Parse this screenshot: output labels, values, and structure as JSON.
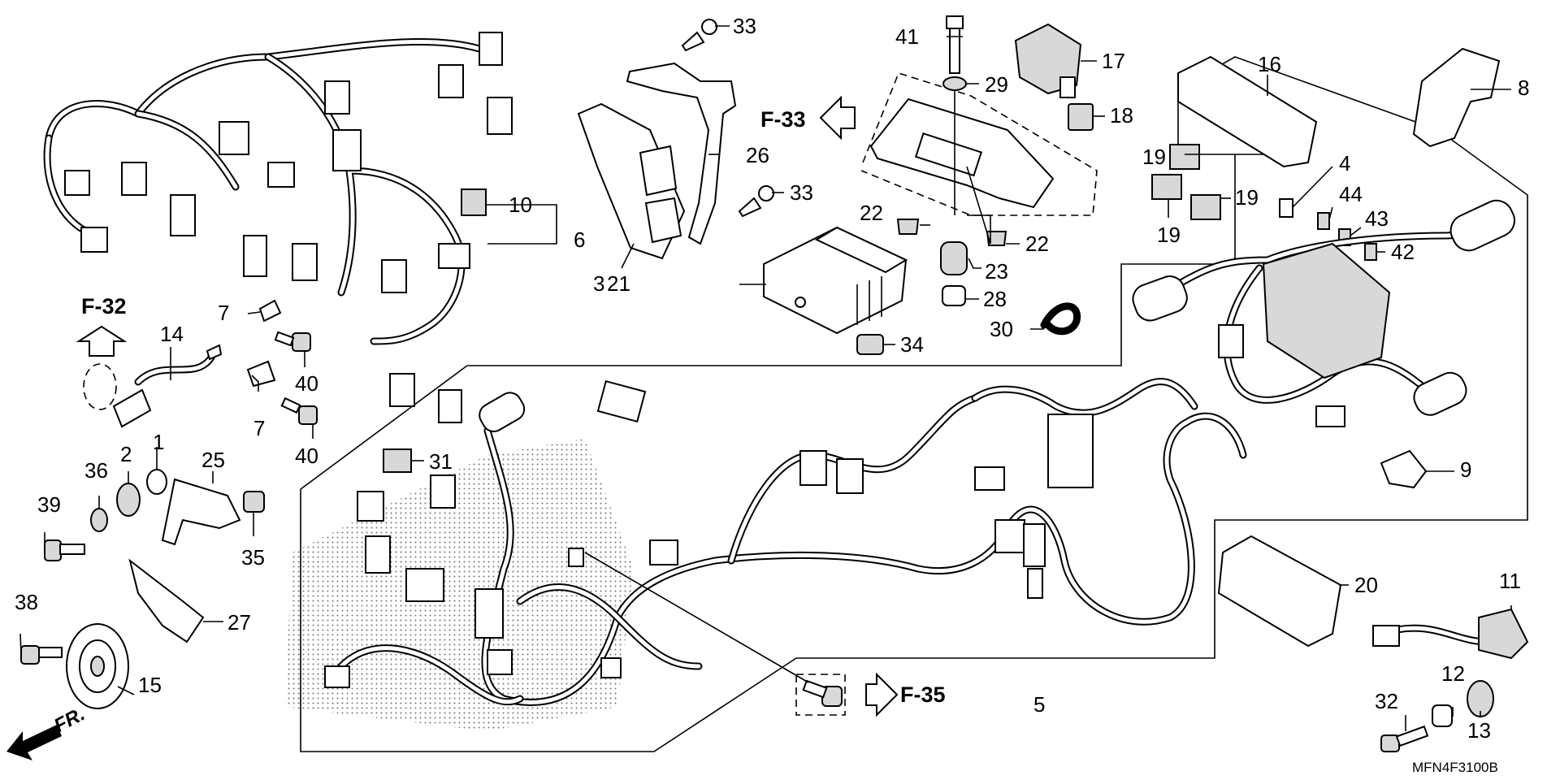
{
  "diagram": {
    "catalog_code": "MFN4F3100B",
    "front_marker": "FR.",
    "references": [
      {
        "id": "f32",
        "text": "F-32"
      },
      {
        "id": "f33",
        "text": "F-33"
      },
      {
        "id": "f35",
        "text": "F-35"
      }
    ],
    "callouts": [
      {
        "key": "c1",
        "text": "1"
      },
      {
        "key": "c2",
        "text": "2"
      },
      {
        "key": "c3",
        "text": "3"
      },
      {
        "key": "c4",
        "text": "4"
      },
      {
        "key": "c5",
        "text": "5"
      },
      {
        "key": "c6",
        "text": "6"
      },
      {
        "key": "c7a",
        "text": "7"
      },
      {
        "key": "c7b",
        "text": "7"
      },
      {
        "key": "c8",
        "text": "8"
      },
      {
        "key": "c9",
        "text": "9"
      },
      {
        "key": "c10",
        "text": "10"
      },
      {
        "key": "c11",
        "text": "11"
      },
      {
        "key": "c12",
        "text": "12"
      },
      {
        "key": "c13",
        "text": "13"
      },
      {
        "key": "c14",
        "text": "14"
      },
      {
        "key": "c15",
        "text": "15"
      },
      {
        "key": "c16",
        "text": "16"
      },
      {
        "key": "c17",
        "text": "17"
      },
      {
        "key": "c18",
        "text": "18"
      },
      {
        "key": "c19a",
        "text": "19"
      },
      {
        "key": "c19b",
        "text": "19"
      },
      {
        "key": "c19c",
        "text": "19"
      },
      {
        "key": "c20",
        "text": "20"
      },
      {
        "key": "c21",
        "text": "21"
      },
      {
        "key": "c22a",
        "text": "22"
      },
      {
        "key": "c22b",
        "text": "22"
      },
      {
        "key": "c23",
        "text": "23"
      },
      {
        "key": "c25",
        "text": "25"
      },
      {
        "key": "c26",
        "text": "26"
      },
      {
        "key": "c27",
        "text": "27"
      },
      {
        "key": "c28",
        "text": "28"
      },
      {
        "key": "c29",
        "text": "29"
      },
      {
        "key": "c30",
        "text": "30"
      },
      {
        "key": "c31",
        "text": "31"
      },
      {
        "key": "c32",
        "text": "32"
      },
      {
        "key": "c33a",
        "text": "33"
      },
      {
        "key": "c33b",
        "text": "33"
      },
      {
        "key": "c34",
        "text": "34"
      },
      {
        "key": "c35",
        "text": "35"
      },
      {
        "key": "c36",
        "text": "36"
      },
      {
        "key": "c38",
        "text": "38"
      },
      {
        "key": "c39",
        "text": "39"
      },
      {
        "key": "c40a",
        "text": "40"
      },
      {
        "key": "c40b",
        "text": "40"
      },
      {
        "key": "c41",
        "text": "41"
      },
      {
        "key": "c42",
        "text": "42"
      },
      {
        "key": "c43",
        "text": "43"
      },
      {
        "key": "c44",
        "text": "44"
      }
    ]
  }
}
